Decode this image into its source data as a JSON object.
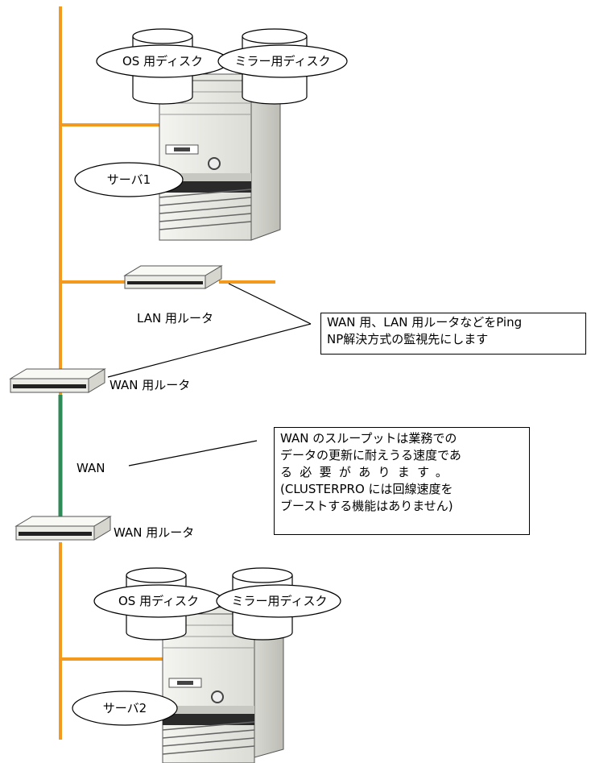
{
  "servers": [
    {
      "name": "サーバ1",
      "os_disk": "OS 用ディスク",
      "mirror_disk": "ミラー用ディスク"
    },
    {
      "name": "サーバ2",
      "os_disk": "OS 用ディスク",
      "mirror_disk": "ミラー用ディスク"
    }
  ],
  "routers": {
    "lan": "LAN 用ルータ",
    "wan_top": "WAN 用ルータ",
    "wan_bottom": "WAN 用ルータ"
  },
  "wan_label": "WAN",
  "callouts": {
    "ping": [
      "WAN 用、LAN 用ルータなどをPing",
      "NP解決方式の監視先にします"
    ],
    "throughput": [
      "WAN のスループットは業務での",
      "データの更新に耐えうる速度であ",
      "る必要があります。",
      "(CLUSTERPRO には回線速度を",
      "ブーストする機能はありません)"
    ]
  },
  "colors": {
    "lan_line": "#f39a1e",
    "wan_line": "#2e8b57"
  }
}
